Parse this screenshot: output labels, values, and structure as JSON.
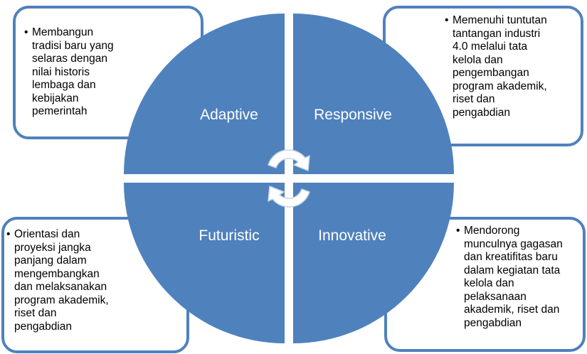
{
  "colors": {
    "accent": "#4f81bd",
    "quadrant_fill": "#4f81bd",
    "text_on_fill": "#ffffff"
  },
  "quadrants": {
    "top_left": {
      "label": "Adaptive"
    },
    "top_right": {
      "label": "Responsive"
    },
    "bottom_left": {
      "label": "Futuristic"
    },
    "bottom_right": {
      "label": "Innovative"
    }
  },
  "notes": {
    "top_left": {
      "bullet": "•",
      "text": "Membangun\ntradisi baru yang\nselaras dengan\nnilai historis\nlembaga dan\nkebijakan\npemerintah"
    },
    "top_right": {
      "bullet": "•",
      "text": "Memenuhi tuntutan\ntantangan industri\n4.0 melalui tata\nkelola dan\npengembangan\nprogram akademik,\nriset dan\npengabdian"
    },
    "bottom_left": {
      "bullet": "•",
      "text": "Orientasi dan\nproyeksi jangka\npanjang dalam\nmengembangkan\ndan melaksanakan\nprogram akademik,\nriset dan\npengabdian"
    },
    "bottom_right": {
      "bullet": "•",
      "text": "Mendorong\nmunculnya gagasan\ndan kreatifitas baru\ndalam kegiatan tata\nkelola  dan\npelaksanaan\nakademik, riset dan\npengabdian"
    }
  },
  "center_icon": "circular-arrows-icon"
}
